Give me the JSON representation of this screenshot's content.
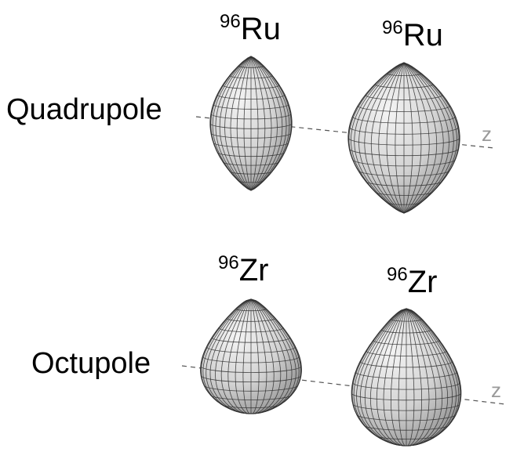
{
  "rows": [
    {
      "label": "Quadrupole",
      "nuclei": [
        {
          "mass_number": "96",
          "symbol": "Ru"
        },
        {
          "mass_number": "96",
          "symbol": "Ru"
        }
      ]
    },
    {
      "label": "Octupole",
      "nuclei": [
        {
          "mass_number": "96",
          "symbol": "Zr"
        },
        {
          "mass_number": "96",
          "symbol": "Zr"
        }
      ]
    }
  ],
  "axis_label": "z",
  "colors": {
    "surface_light": "#f4f4f4",
    "surface_mid": "#d2d2d2",
    "surface_dark": "#8f8f8f",
    "mesh": "#2e2e2e",
    "axis": "#555555",
    "axis_label": "#9a9a9a"
  }
}
